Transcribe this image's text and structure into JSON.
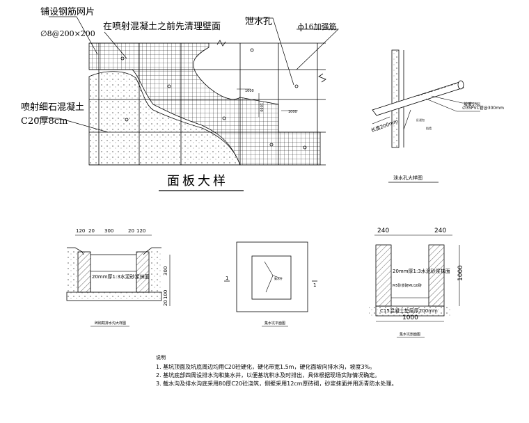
{
  "panel_detail": {
    "label_mesh": "铺设钢筋网片",
    "label_mesh_spec": "∅8@200×200",
    "label_clean": "在喷射混凝土之前先清理壁面",
    "label_drain": "泄水孔",
    "label_rebar": "ф16加强筋",
    "label_shotcrete_1": "喷射细石混凝土",
    "label_shotcrete_2": "C20厚8cm",
    "title": "面板大样",
    "dim_a": "1000",
    "dim_b": "1000",
    "dim_c": "1000"
  },
  "drain_detail": {
    "label_pvc": "∅35PVC管@300mm",
    "label_length": "长度200mm",
    "label_slope": "坡度5‰",
    "label_wall": "挡墙",
    "label_filter": "反滤包",
    "title": "泄水孔大样图"
  },
  "gutter_detail": {
    "dims_top": [
      "120",
      "20",
      "300",
      "20",
      "120"
    ],
    "dim_right_1": "300",
    "dim_right_2": "100",
    "dim_right_3": "20",
    "label_mortar": "20mm厚1:3水泥砂浆抹面",
    "title": "砖砌截排水沟大样图"
  },
  "pit_detail": {
    "section_mark_left": "1",
    "section_mark_right": "1",
    "label_grate": "集水井",
    "title": "集水坑平面图"
  },
  "section_detail": {
    "dim_left": "240",
    "dim_right": "240",
    "dim_height": "1000",
    "dim_bottom": "1000",
    "label_mortar": "20mm厚1:3水泥砂浆抹面",
    "label_brick": "M5砂浆砌MU10砖",
    "label_concrete": "C15混凝土垫层厚200mm",
    "title": "集水坑剖面图"
  },
  "notes": {
    "title": "说明",
    "lines": [
      "1. 基坑顶面及坑底周边均用C20砼硬化，硬化带宽1.5m，硬化面坡向排水沟，坡度3%。",
      "2. 基坑底部四周设排水沟和集水井，以便基坑积水及时排出，具体根据现场实际情况确定。",
      "3. 截水沟及排水沟底采用80厚C20砼浇筑，侧壁采用12cm厚砖砌，砂浆抹面并用沥青防水处理。"
    ]
  }
}
